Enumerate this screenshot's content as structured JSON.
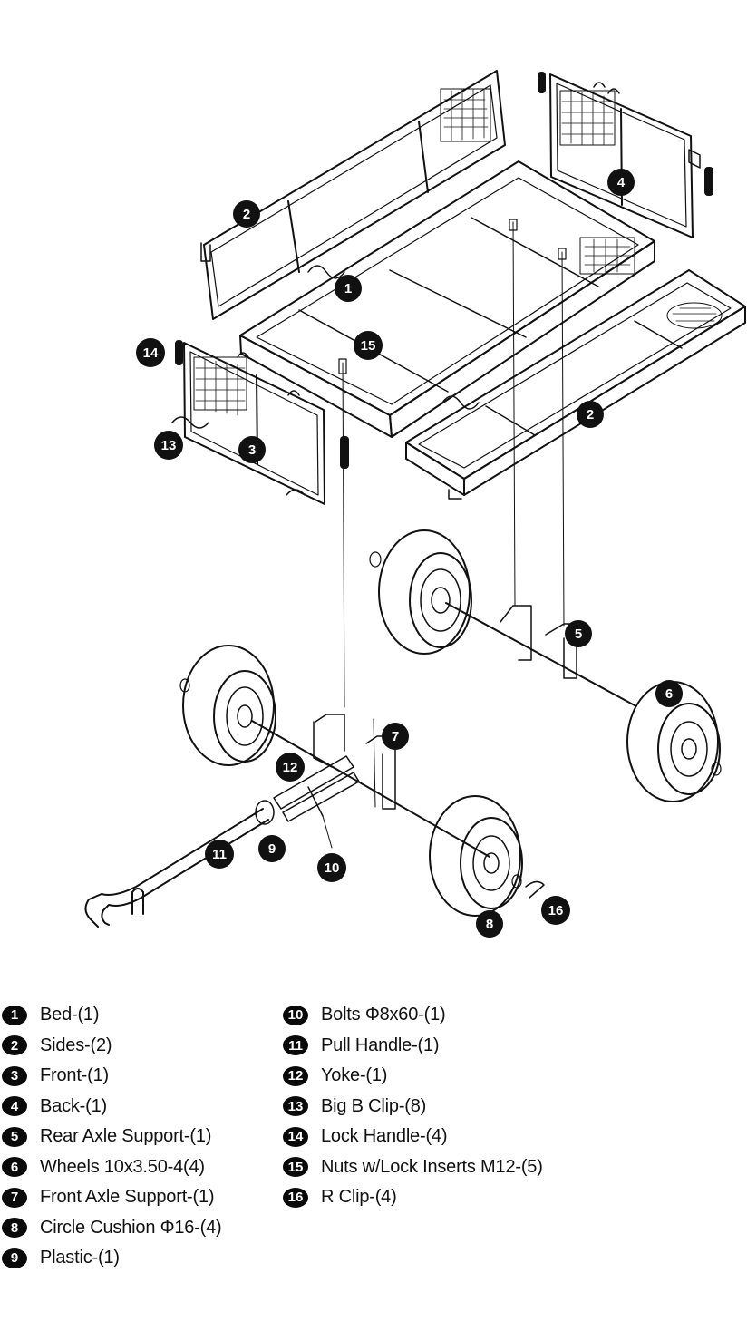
{
  "callouts": {
    "c1": "1",
    "c2a": "2",
    "c2b": "2",
    "c3": "3",
    "c4": "4",
    "c5": "5",
    "c6": "6",
    "c7": "7",
    "c8": "8",
    "c9": "9",
    "c10": "10",
    "c11": "11",
    "c12": "12",
    "c13": "13",
    "c14": "14",
    "c15": "15",
    "c16": "16"
  },
  "legend": {
    "left": [
      {
        "num": "1",
        "label": "Bed-(1)"
      },
      {
        "num": "2",
        "label": "Sides-(2)"
      },
      {
        "num": "3",
        "label": "Front-(1)"
      },
      {
        "num": "4",
        "label": "Back-(1)"
      },
      {
        "num": "5",
        "label": "Rear Axle Support-(1)"
      },
      {
        "num": "6",
        "label": "Wheels 10x3.50-4(4)"
      },
      {
        "num": "7",
        "label": "Front Axle Support-(1)"
      },
      {
        "num": "8",
        "label": "Circle Cushion Φ16-(4)"
      },
      {
        "num": "9",
        "label": "Plastic-(1)"
      }
    ],
    "right": [
      {
        "num": "10",
        "label": "Bolts Φ8x60-(1)"
      },
      {
        "num": "11",
        "label": "Pull Handle-(1)"
      },
      {
        "num": "12",
        "label": "Yoke-(1)"
      },
      {
        "num": "13",
        "label": "Big B Clip-(8)"
      },
      {
        "num": "14",
        "label": "Lock Handle-(4)"
      },
      {
        "num": "15",
        "label": "Nuts w/Lock Inserts M12-(5)"
      },
      {
        "num": "16",
        "label": "R Clip-(4)"
      }
    ]
  }
}
